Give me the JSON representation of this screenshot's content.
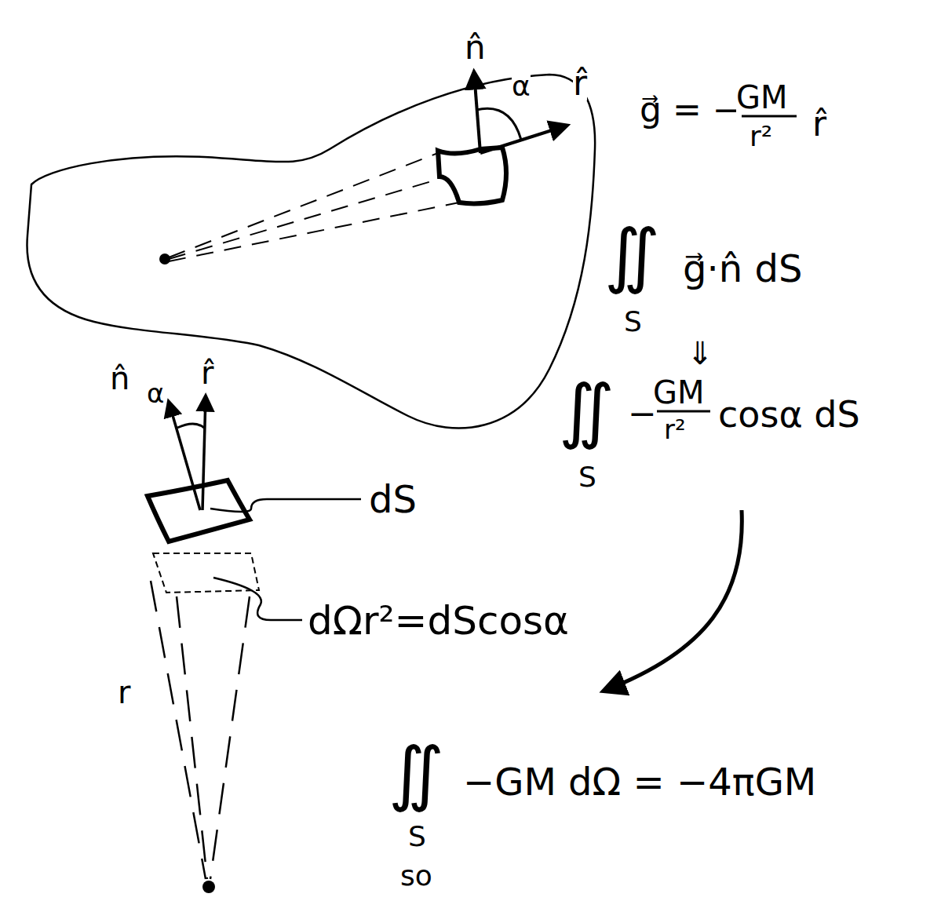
{
  "diagram": {
    "labels": [
      "n̂",
      "α",
      "r̂",
      "g⃗ = −",
      "GM",
      "r²",
      "r̂",
      "∬",
      "S",
      "g⃗·n̂ dS",
      "⇓",
      "∬",
      "S",
      "−",
      "GM",
      "r²",
      "cosα dS",
      "n̂",
      "α",
      "r̂",
      "dS",
      "dΩr²=dScosα",
      "r",
      "∬",
      "S",
      "−GM dΩ = −4πGM",
      "so"
    ]
  }
}
